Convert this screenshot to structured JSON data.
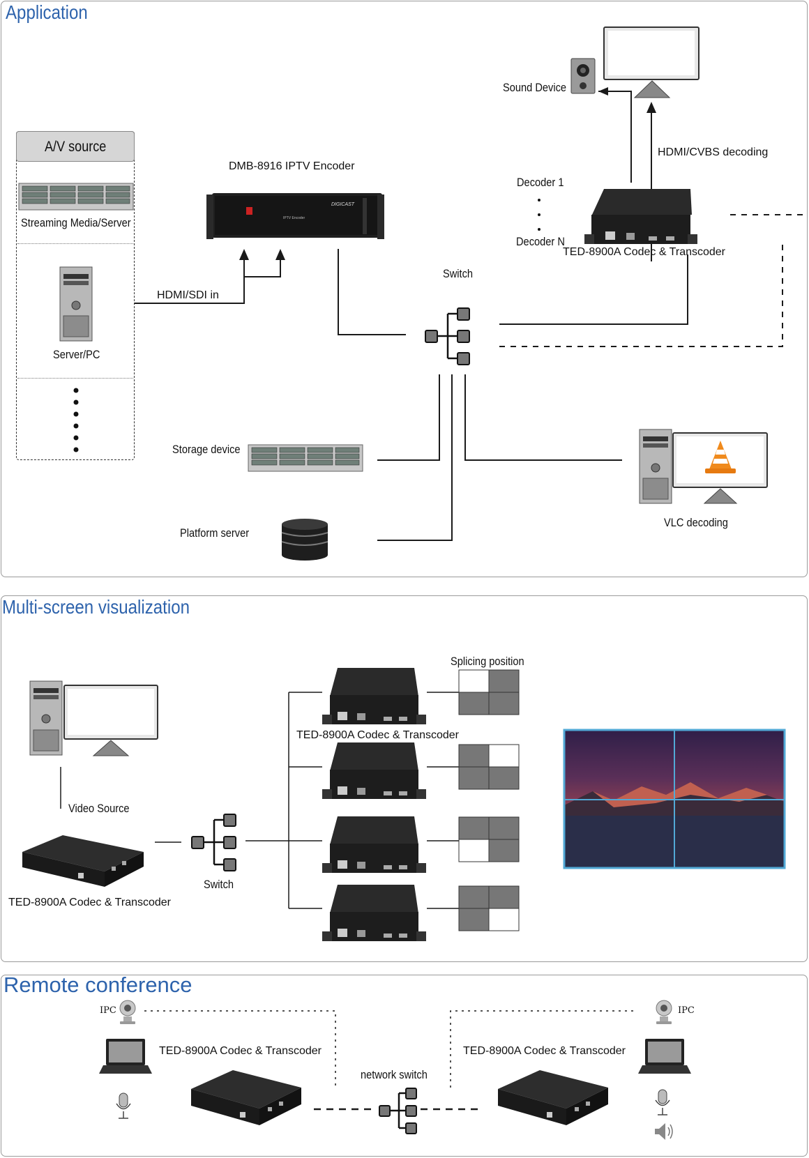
{
  "sections": {
    "application": {
      "title": "Application",
      "av_source": {
        "title": "A/V source",
        "items": [
          "Streaming Media/Server",
          "Server/PC"
        ]
      },
      "encoder_label": "DMB-8916 IPTV Encoder",
      "encoder_brand": "DIGICAST",
      "encoder_face": "IPTV Encoder",
      "hdmi_in_label": "HDMI/SDI in",
      "switch_label": "Switch",
      "sound_device_label": "Sound Device",
      "hdmi_cvbs_label": "HDMI/CVBS decoding",
      "decoder1_label": "Decoder 1",
      "decoderN_label": "Decoder N",
      "codec_label": "TED-8900A Codec & Transcoder",
      "storage_label": "Storage device",
      "platform_label": "Platform server",
      "vlc_label": "VLC decoding"
    },
    "multiscreen": {
      "title": "Multi-screen visualization",
      "video_source_label": "Video Source",
      "codec_label": "TED-8900A Codec & Transcoder",
      "switch_label": "Switch",
      "splicing_label": "Splicing position",
      "splice_codec_label": "TED-8900A Codec & Transcoder"
    },
    "conference": {
      "title": "Remote conference",
      "ipc_left": "IPC",
      "ipc_right": "IPC",
      "codec_left": "TED-8900A Codec & Transcoder",
      "codec_right": "TED-8900A Codec & Transcoder",
      "switch_label": "network switch"
    }
  },
  "colors": {
    "title_blue": "#2e63ac",
    "device_black": "#1c1c1c",
    "line": "#1a1a1a",
    "panel_border": "#9a9a9a",
    "tile_dark": "#777777",
    "tile_light": "#ffffff",
    "vlc_orange": "#f08a1c",
    "video_wall_border": "#52a9d6"
  },
  "icons": [
    "server-rack-icon",
    "pc-tower-icon",
    "monitor-icon",
    "speaker-icon",
    "switch-icon",
    "database-icon",
    "vlc-cone-icon",
    "ip-camera-icon",
    "laptop-icon",
    "microphone-icon",
    "speaker-volume-icon"
  ]
}
